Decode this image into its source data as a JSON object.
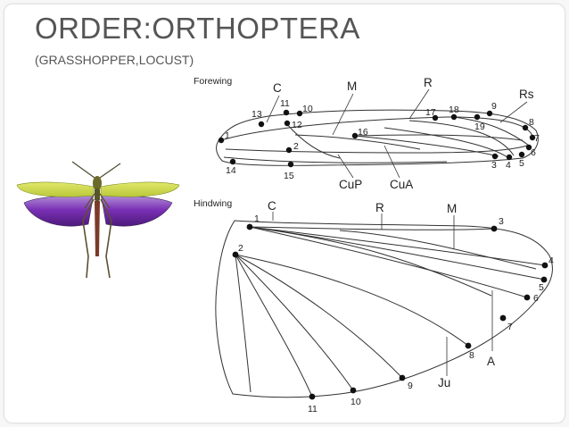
{
  "header": {
    "title": "ORDER:ORTHOPTERA",
    "subtitle": "(GRASSHOPPER,LOCUST)"
  },
  "forewing": {
    "label": "Forewing",
    "veins": [
      "C",
      "M",
      "R",
      "Rs",
      "CuP",
      "CuA"
    ],
    "points": [
      "1",
      "2",
      "3",
      "4",
      "5",
      "6",
      "7",
      "8",
      "9",
      "10",
      "11",
      "12",
      "13",
      "14",
      "15",
      "16",
      "17",
      "18",
      "19"
    ]
  },
  "hindwing": {
    "label": "Hindwing",
    "veins": [
      "C",
      "R",
      "M",
      "A",
      "Ju"
    ],
    "points": [
      "1",
      "2",
      "3",
      "4",
      "5",
      "6",
      "7",
      "8",
      "9",
      "10",
      "11"
    ]
  },
  "colors": {
    "title": "#555555",
    "line": "#333333",
    "dot": "#111111",
    "insect_forewing": "#c8d84a",
    "insect_hindwing": "#7a2fb5"
  }
}
